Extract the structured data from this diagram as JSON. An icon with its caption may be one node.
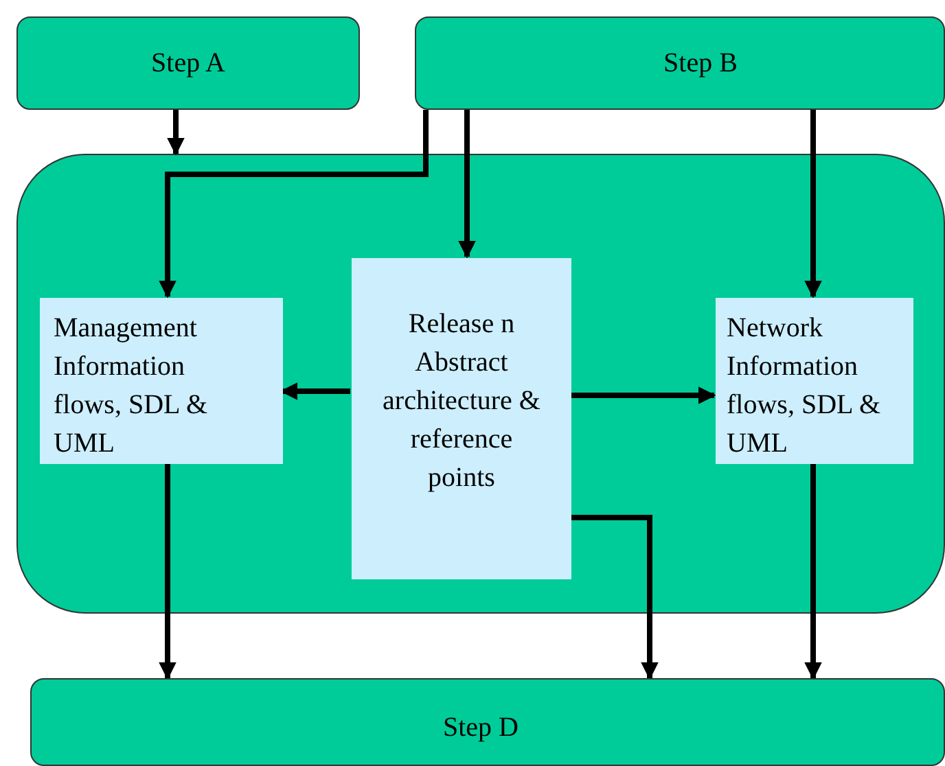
{
  "diagram": {
    "nodes": [
      {
        "text": [
          "Step A"
        ]
      },
      {
        "text": [
          "Step B"
        ]
      },
      {
        "text": [],
        "shape": "box"
      },
      {
        "text": [
          "Management Information flows, SDL & UML"
        ],
        "in": 2
      },
      {
        "text": [
          "Release n Abstract architecture & reference points"
        ],
        "in": 2
      },
      {
        "text": [
          "Network Information flows, SDL & UML"
        ],
        "in": 2
      },
      {
        "text": [
          "Step D"
        ]
      }
    ],
    "edges": [
      {
        "from": 0,
        "to": 2,
        "arrow": "to"
      },
      {
        "from": 1,
        "to": 3,
        "arrow": "to"
      },
      {
        "from": 1,
        "to": 4,
        "arrow": "to"
      },
      {
        "from": 1,
        "to": 5,
        "arrow": "to"
      },
      {
        "from": 4,
        "to": 3,
        "arrow": "to"
      },
      {
        "from": 4,
        "to": 5,
        "arrow": "to"
      },
      {
        "from": 3,
        "to": 6,
        "arrow": "to"
      },
      {
        "from": 4,
        "to": 6,
        "arrow": "to"
      },
      {
        "from": 5,
        "to": 6,
        "arrow": "to"
      }
    ]
  }
}
